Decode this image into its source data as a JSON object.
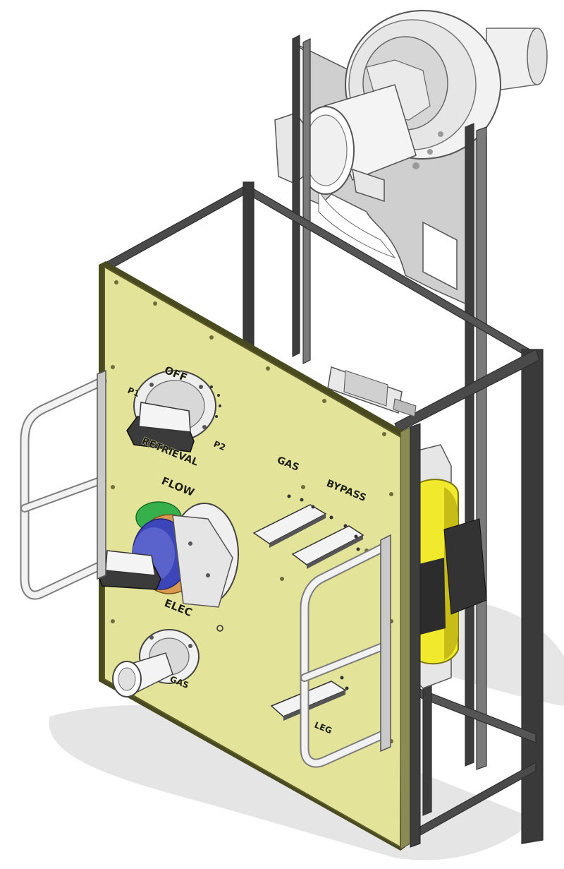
{
  "figure": {
    "panel_labels": {
      "off": "OFF",
      "p1": "P1",
      "p2": "P2",
      "retrieval": "RETRIEVAL",
      "flow": "FLOW",
      "gas": "GAS",
      "bypass": "BYPASS",
      "elec": "ELEC",
      "gas2": "GAS",
      "leg": "LEG"
    }
  },
  "colors": {
    "panel": "#e3e39a",
    "panel_edge": "#4a4a20",
    "frame": "#3b3b3b",
    "frame_light": "#8c8c8c",
    "plate": "#cfcfcf",
    "metal": "#e9e9e9",
    "metal_dark": "#9a9a9a",
    "tank": "#f1ea2c",
    "tank_dark": "#b8ae14",
    "shadow": "#d8d8d8",
    "green": "#35b04a",
    "blue": "#3c46b8",
    "orange": "#d99a50"
  }
}
